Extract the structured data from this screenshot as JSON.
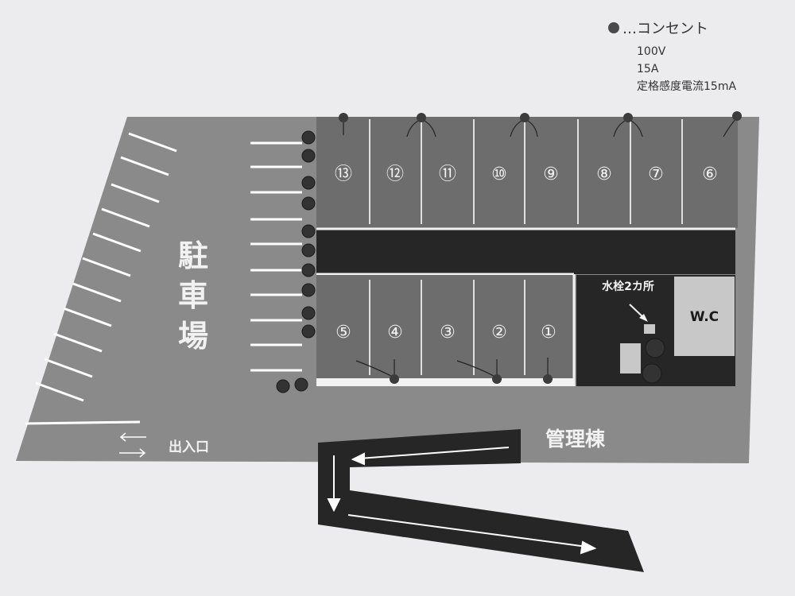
{
  "legend": {
    "symbol_label": "…コンセント",
    "voltage": "100V",
    "current": "15A",
    "rated_sensitivity": "定格感度電流15mA"
  },
  "labels": {
    "parking_lot": [
      "駐",
      "車",
      "場"
    ],
    "entrance_exit": "出入口",
    "management_building": "管理棟",
    "water_taps": "水栓2カ所",
    "toilet": "W.C"
  },
  "sites": {
    "upper": [
      "⑬",
      "⑫",
      "⑪",
      "⑩",
      "⑨",
      "⑧",
      "⑦",
      "⑥"
    ],
    "lower": [
      "⑤",
      "④",
      "③",
      "②",
      "①"
    ]
  },
  "colors": {
    "ground": "#8a8a8a",
    "site_area": "#6a6a6a",
    "road": "#262626",
    "outlet": "#404040",
    "tree": "#3a3a3a",
    "building": "#c8c8c8"
  }
}
